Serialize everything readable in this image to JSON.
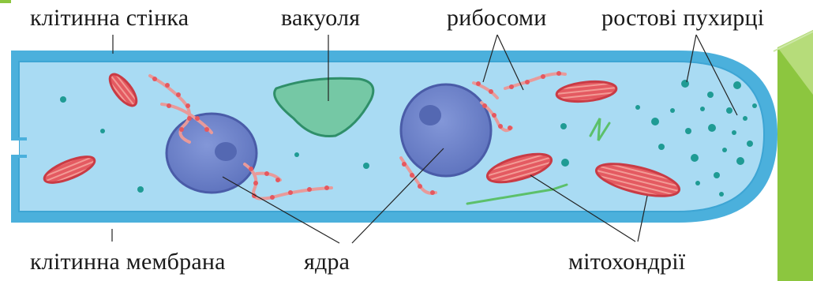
{
  "labels": {
    "cell_wall": "клітинна стінка",
    "vacuole": "вакуоля",
    "ribosomes": "рибосоми",
    "growth_vesicles": "ростові пухирці",
    "cell_membrane": "клітинна мембрана",
    "nuclei": "ядра",
    "mitochondria": "мітохондрії"
  },
  "colors": {
    "cytoplasm": "#a7d8f0",
    "wall": "#4bb0dc",
    "nucleus": "#6f86cc",
    "mitochondria": "#e0555d",
    "vacuole": "#72c7a4",
    "ribosome": "#e98585",
    "dots": "#1f9b94",
    "slide_accent": "#8cc63f"
  }
}
